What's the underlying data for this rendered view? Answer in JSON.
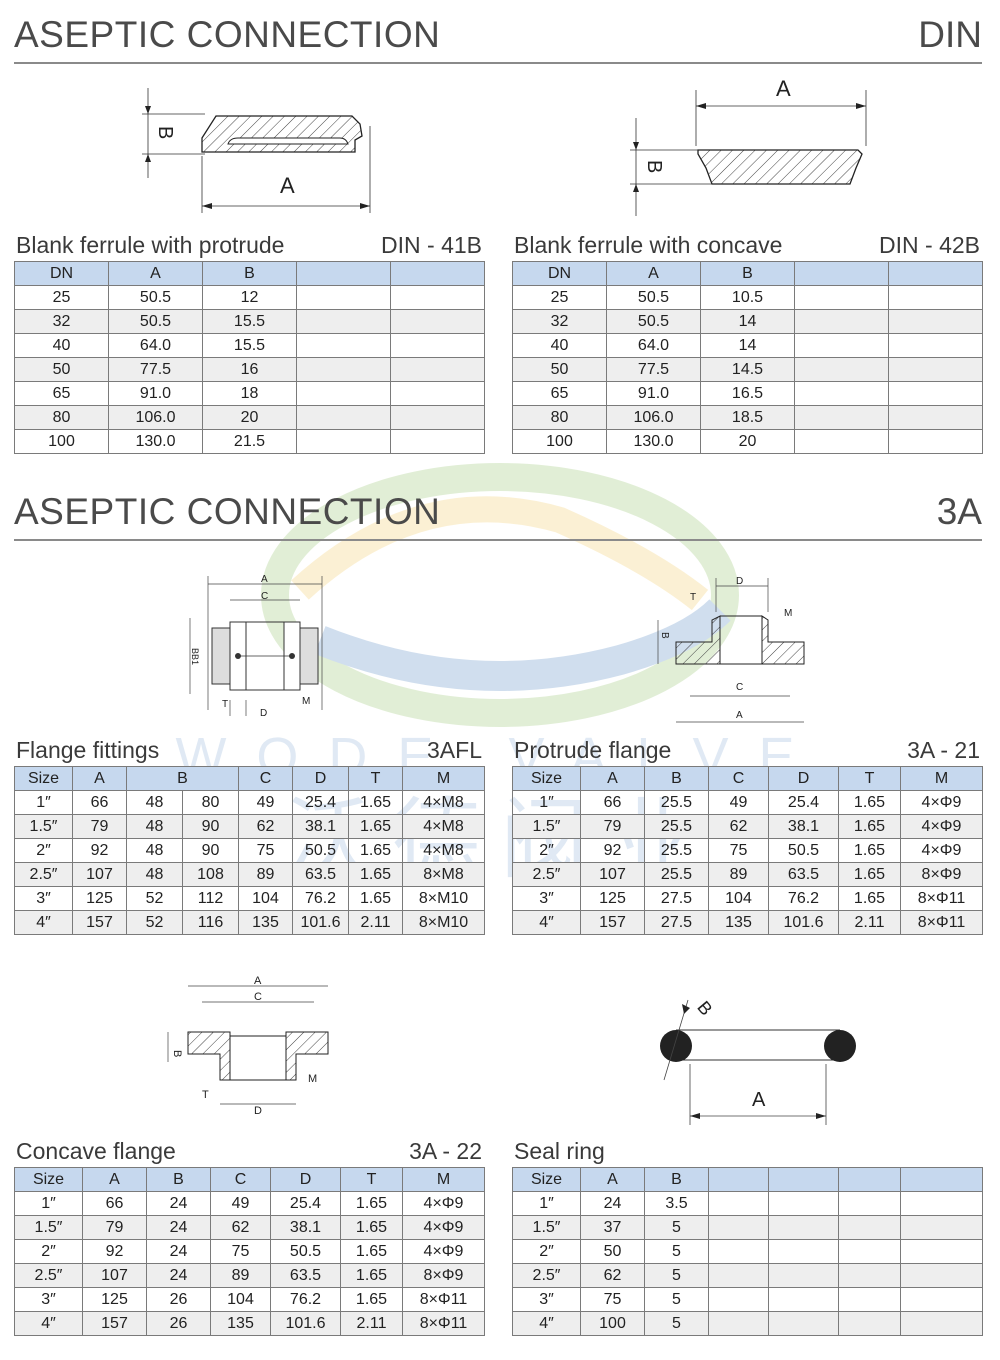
{
  "sections": [
    {
      "title": "ASEPTIC CONNECTION",
      "code": "DIN"
    },
    {
      "title": "ASEPTIC CONNECTION",
      "code": "3A"
    }
  ],
  "watermark": {
    "latin": "WODE VALVE",
    "cjk": "沃德阀业",
    "color": "#2c6db5"
  },
  "tables": {
    "din41b": {
      "name": "Blank ferrule with protrude",
      "code": "DIN - 41B",
      "headers": [
        "DN",
        "A",
        "B",
        "",
        ""
      ],
      "rows": [
        [
          "25",
          "50.5",
          "12",
          "",
          ""
        ],
        [
          "32",
          "50.5",
          "15.5",
          "",
          ""
        ],
        [
          "40",
          "64.0",
          "15.5",
          "",
          ""
        ],
        [
          "50",
          "77.5",
          "16",
          "",
          ""
        ],
        [
          "65",
          "91.0",
          "18",
          "",
          ""
        ],
        [
          "80",
          "106.0",
          "20",
          "",
          ""
        ],
        [
          "100",
          "130.0",
          "21.5",
          "",
          ""
        ]
      ]
    },
    "din42b": {
      "name": "Blank ferrule with concave",
      "code": "DIN - 42B",
      "headers": [
        "DN",
        "A",
        "B",
        "",
        ""
      ],
      "rows": [
        [
          "25",
          "50.5",
          "10.5",
          "",
          ""
        ],
        [
          "32",
          "50.5",
          "14",
          "",
          ""
        ],
        [
          "40",
          "64.0",
          "14",
          "",
          ""
        ],
        [
          "50",
          "77.5",
          "14.5",
          "",
          ""
        ],
        [
          "65",
          "91.0",
          "16.5",
          "",
          ""
        ],
        [
          "80",
          "106.0",
          "18.5",
          "",
          ""
        ],
        [
          "100",
          "130.0",
          "20",
          "",
          ""
        ]
      ]
    },
    "afl": {
      "name": "Flange fittings",
      "code": "3AFL",
      "headers": [
        "Size",
        "A",
        "B",
        "C",
        "D",
        "T",
        "M"
      ],
      "rows": [
        [
          "1″",
          "66",
          "48",
          "80",
          "49",
          "25.4",
          "1.65",
          "4×M8"
        ],
        [
          "1.5″",
          "79",
          "48",
          "90",
          "62",
          "38.1",
          "1.65",
          "4×M8"
        ],
        [
          "2″",
          "92",
          "48",
          "90",
          "75",
          "50.5",
          "1.65",
          "4×M8"
        ],
        [
          "2.5″",
          "107",
          "48",
          "108",
          "89",
          "63.5",
          "1.65",
          "8×M8"
        ],
        [
          "3″",
          "125",
          "52",
          "112",
          "104",
          "76.2",
          "1.65",
          "8×M10"
        ],
        [
          "4″",
          "157",
          "52",
          "116",
          "135",
          "101.6",
          "2.11",
          "8×M10"
        ]
      ]
    },
    "a21": {
      "name": "Protrude flange",
      "code": "3A - 21",
      "headers": [
        "Size",
        "A",
        "B",
        "C",
        "D",
        "T",
        "M"
      ],
      "rows": [
        [
          "1″",
          "66",
          "25.5",
          "49",
          "25.4",
          "1.65",
          "4×Φ9"
        ],
        [
          "1.5″",
          "79",
          "25.5",
          "62",
          "38.1",
          "1.65",
          "4×Φ9"
        ],
        [
          "2″",
          "92",
          "25.5",
          "75",
          "50.5",
          "1.65",
          "4×Φ9"
        ],
        [
          "2.5″",
          "107",
          "25.5",
          "89",
          "63.5",
          "1.65",
          "8×Φ9"
        ],
        [
          "3″",
          "125",
          "27.5",
          "104",
          "76.2",
          "1.65",
          "8×Φ11"
        ],
        [
          "4″",
          "157",
          "27.5",
          "135",
          "101.6",
          "2.11",
          "8×Φ11"
        ]
      ]
    },
    "a22": {
      "name": "Concave flange",
      "code": "3A - 22",
      "headers": [
        "Size",
        "A",
        "B",
        "C",
        "D",
        "T",
        "M"
      ],
      "rows": [
        [
          "1″",
          "66",
          "24",
          "49",
          "25.4",
          "1.65",
          "4×Φ9"
        ],
        [
          "1.5″",
          "79",
          "24",
          "62",
          "38.1",
          "1.65",
          "4×Φ9"
        ],
        [
          "2″",
          "92",
          "24",
          "75",
          "50.5",
          "1.65",
          "4×Φ9"
        ],
        [
          "2.5″",
          "107",
          "24",
          "89",
          "63.5",
          "1.65",
          "8×Φ9"
        ],
        [
          "3″",
          "125",
          "26",
          "104",
          "76.2",
          "1.65",
          "8×Φ11"
        ],
        [
          "4″",
          "157",
          "26",
          "135",
          "101.6",
          "2.11",
          "8×Φ11"
        ]
      ]
    },
    "seal": {
      "name": "Seal ring",
      "code": "",
      "headers": [
        "Size",
        "A",
        "B",
        "",
        "",
        "",
        ""
      ],
      "rows": [
        [
          "1″",
          "24",
          "3.5",
          "",
          "",
          "",
          ""
        ],
        [
          "1.5″",
          "37",
          "5",
          "",
          "",
          "",
          ""
        ],
        [
          "2″",
          "50",
          "5",
          "",
          "",
          "",
          ""
        ],
        [
          "2.5″",
          "62",
          "5",
          "",
          "",
          "",
          ""
        ],
        [
          "3″",
          "75",
          "5",
          "",
          "",
          "",
          ""
        ],
        [
          "4″",
          "100",
          "5",
          "",
          "",
          "",
          ""
        ]
      ]
    }
  },
  "drawing_labels": {
    "a": "A",
    "b": "B",
    "bb1": "BB1",
    "c": "C",
    "d": "D",
    "t": "T",
    "m": "M"
  }
}
